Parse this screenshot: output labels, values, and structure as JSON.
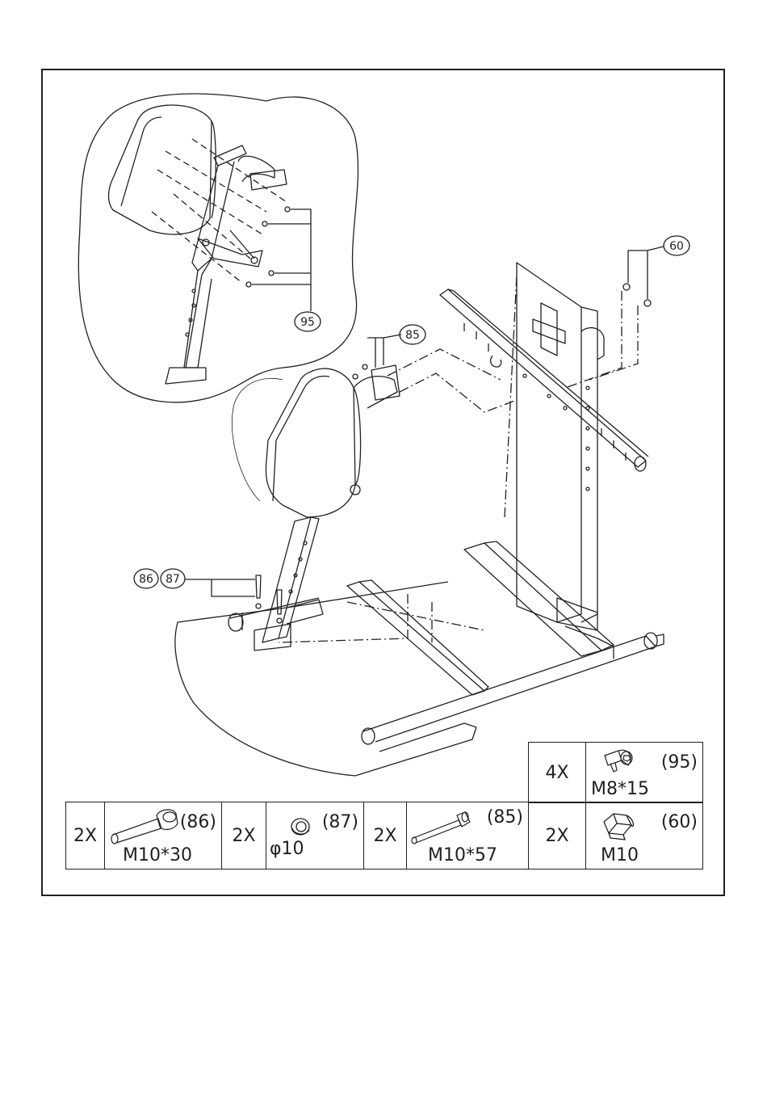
{
  "callouts": {
    "c60": "60",
    "c95": "95",
    "c85": "85",
    "c86": "86",
    "c87": "87"
  },
  "hardware": {
    "p95": {
      "qty": "4X",
      "num": "(95)",
      "spec": "M8*15",
      "icon": "socket-bolt-icon"
    },
    "p86": {
      "qty": "2X",
      "num": "(86)",
      "spec": "M10*30",
      "icon": "hex-bolt-icon"
    },
    "p87": {
      "qty": "2X",
      "num": "(87)",
      "spec": "φ10",
      "icon": "washer-icon"
    },
    "p85": {
      "qty": "2X",
      "num": "(85)",
      "spec": "M10*57",
      "icon": "long-bolt-icon"
    },
    "p60": {
      "qty": "2X",
      "num": "(60)",
      "spec": "M10",
      "icon": "cap-nut-icon"
    }
  }
}
